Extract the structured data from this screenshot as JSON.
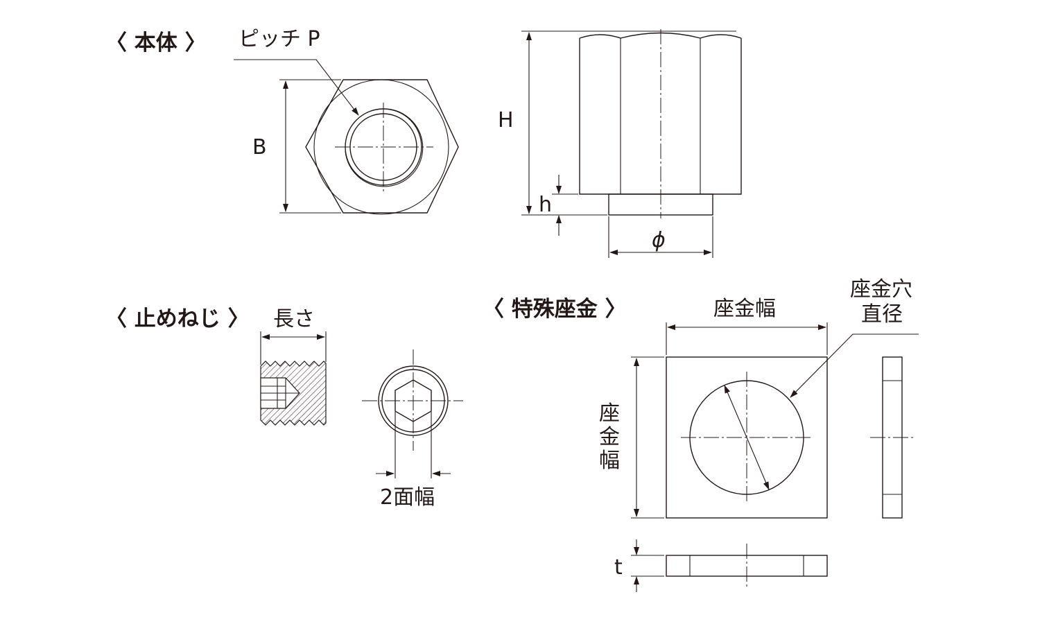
{
  "sections": {
    "body": "〈 本体 〉",
    "set_screw": "〈 止めねじ 〉",
    "washer": "〈 特殊座金 〉"
  },
  "labels": {
    "pitch": "ピッチ P",
    "B": "B",
    "H": "H",
    "h": "h",
    "phi": "ϕ",
    "length": "長さ",
    "across_flats": "2面幅",
    "washer_width_top": "座金幅",
    "washer_width_side": [
      "座",
      "金",
      "幅"
    ],
    "washer_hole": [
      "座金穴",
      "直径"
    ],
    "t": "t"
  },
  "colors": {
    "line": "#231815",
    "background": "#ffffff"
  }
}
